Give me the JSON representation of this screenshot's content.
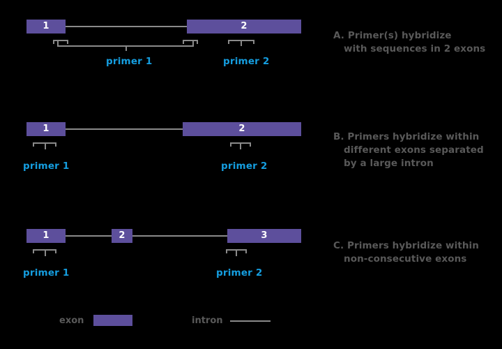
{
  "figure": {
    "background_color": "#000000",
    "exon_color": "#5d4f9c",
    "intron_color": "#8a8a8a",
    "primer_label_color": "#159ee0",
    "caption_color": "#595959"
  },
  "panels": [
    {
      "id": "A",
      "exons": [
        {
          "label": "1"
        },
        {
          "label": "2"
        }
      ],
      "primers": [
        {
          "label": "primer 1"
        },
        {
          "label": "primer 2"
        }
      ],
      "caption": {
        "line1": "A. Primer(s) hybridize",
        "line2": "with sequences in 2 exons"
      }
    },
    {
      "id": "B",
      "exons": [
        {
          "label": "1"
        },
        {
          "label": "2"
        }
      ],
      "primers": [
        {
          "label": "primer 1"
        },
        {
          "label": "primer 2"
        }
      ],
      "caption": {
        "line1": "B. Primers hybridize within",
        "line2": "different exons separated",
        "line3": "by a large intron"
      }
    },
    {
      "id": "C",
      "exons": [
        {
          "label": "1"
        },
        {
          "label": "2"
        },
        {
          "label": "3"
        }
      ],
      "primers": [
        {
          "label": "primer 1"
        },
        {
          "label": "primer 2"
        }
      ],
      "caption": {
        "line1": "C. Primers hybridize within",
        "line2": "non-consecutive exons"
      }
    }
  ],
  "legend": {
    "exon_label": "exon",
    "intron_label": "intron"
  }
}
